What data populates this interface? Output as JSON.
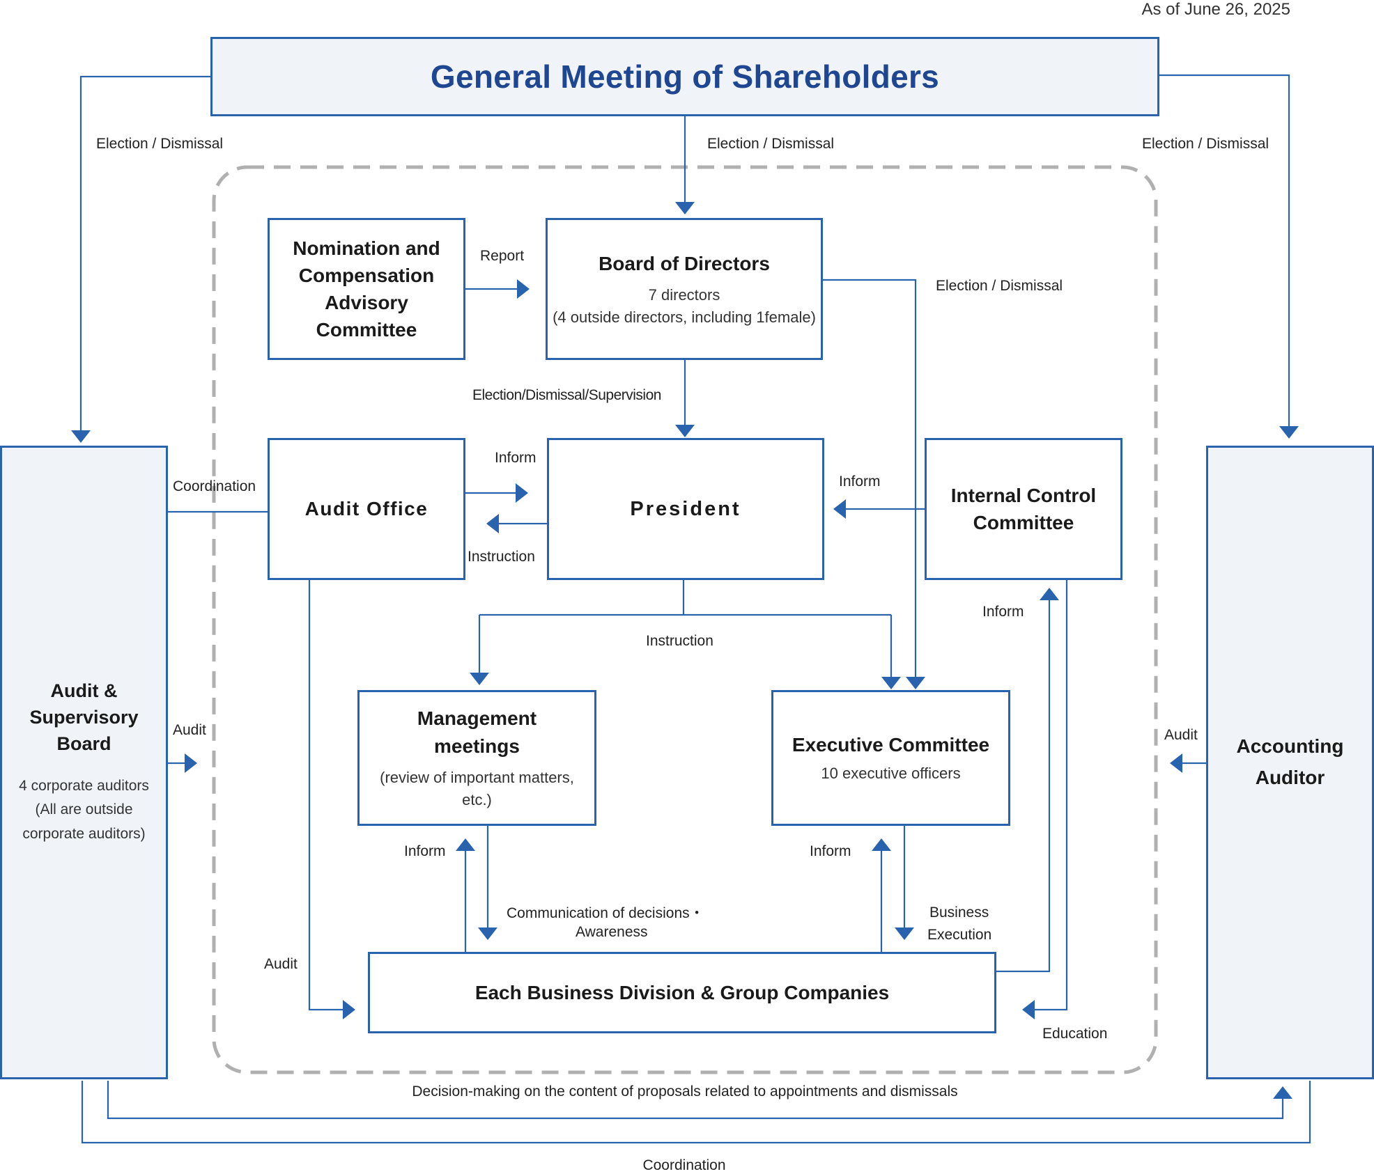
{
  "as_of": "As of June 26, 2025",
  "nodes": {
    "general_meeting": "General Meeting of Shareholders",
    "nomination_committee": "Nomination and Compensation Advisory Committee",
    "board": {
      "title": "Board of Directors",
      "sub1": "7 directors",
      "sub2": "(4 outside directors, including 1female)"
    },
    "audit_office": "Audit Office",
    "president": "President",
    "internal_control": "Internal Control Committee",
    "management_meetings": {
      "title": "Management meetings",
      "sub": "(review of important matters, etc.)"
    },
    "executive_committee": {
      "title": "Executive Committee",
      "sub": "10 executive officers"
    },
    "business_divisions": "Each Business Division & Group Companies",
    "audit_board": {
      "title": "Audit & Supervisory Board",
      "sub": "4 corporate auditors (All are outside corporate auditors)"
    },
    "accounting_auditor": "Accounting Auditor"
  },
  "labels": {
    "election_dismissal": "Election / Dismissal",
    "report": "Report",
    "election_dismissal_supervision": "Election/Dismissal/Supervision",
    "inform": "Inform",
    "instruction": "Instruction",
    "coordination": "Coordination",
    "audit": "Audit",
    "communication_line1": "Communication of decisions・",
    "communication_line2": "Awareness",
    "business_line1": "Business",
    "business_line2": "Execution",
    "education": "Education",
    "decision_making": "Decision-making on the content of proposals related to appointments and dismissals"
  },
  "colors": {
    "border": "#2a63ad",
    "line": "#2a63ad",
    "dashed": "#b0b0b0",
    "title": "#1f4690",
    "shade": "#f0f4f8"
  }
}
